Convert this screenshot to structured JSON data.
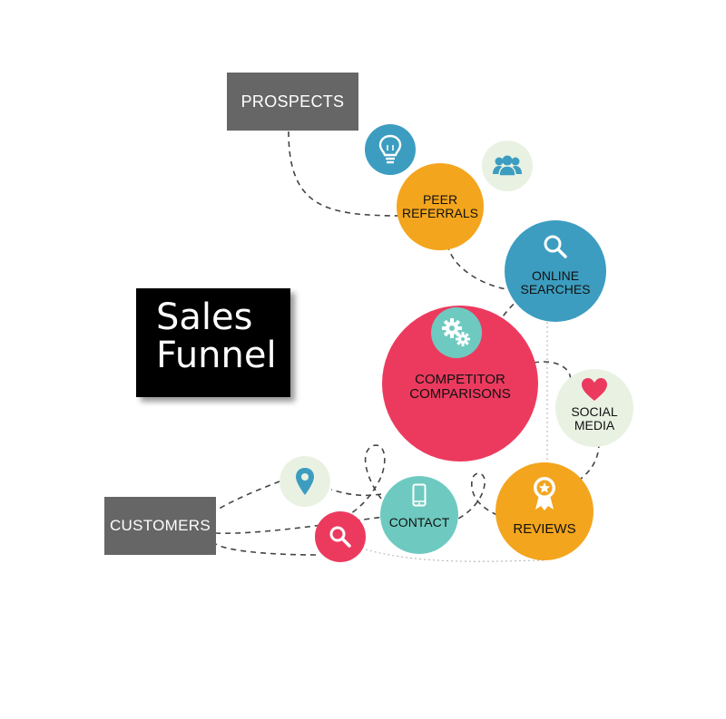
{
  "title": {
    "line1": "Sales",
    "line2": "Funnel"
  },
  "boxes": {
    "prospects": "PROSPECTS",
    "customers": "CUSTOMERS"
  },
  "stages": {
    "peer_referrals": {
      "line1": "PEER",
      "line2": "REFERRALS"
    },
    "online_searches": {
      "line1": "ONLINE",
      "line2": "SEARCHES"
    },
    "competitor_comparisons": {
      "line1": "COMPETITOR",
      "line2": "COMPARISONS"
    },
    "social_media": {
      "line1": "SOCIAL",
      "line2": "MEDIA"
    },
    "contact": "CONTACT",
    "reviews": "REVIEWS"
  },
  "icons": [
    "lightbulb-icon",
    "people-icon",
    "magnifier-icon",
    "gears-icon",
    "heart-icon",
    "location-pin-icon",
    "smartphone-icon",
    "award-ribbon-icon",
    "search-icon"
  ],
  "colors": {
    "orange": "#F3A51D",
    "blue": "#3C9DC0",
    "red": "#EC3A5E",
    "teal": "#6ECAC0",
    "mint": "#E9F2E2",
    "gray_box": "#666666"
  }
}
